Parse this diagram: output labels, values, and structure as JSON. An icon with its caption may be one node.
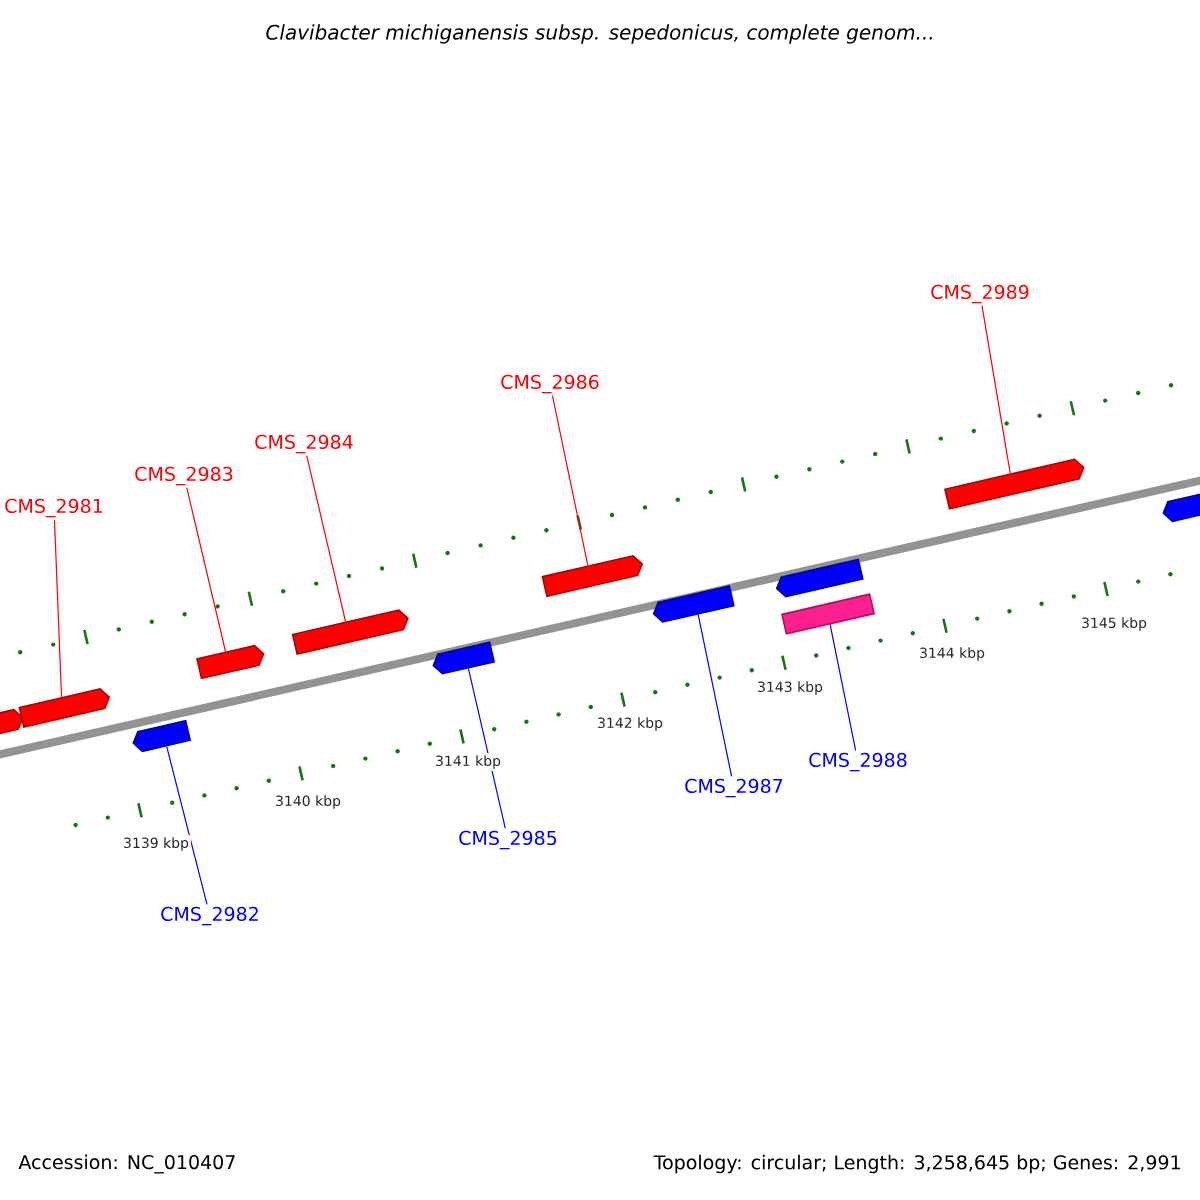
{
  "diagram": {
    "title": "Clavibacter michiganensis subsp. sepedonicus, complete genom...",
    "nodes": [
      {
        "text": [
          "CMS_2981"
        ]
      },
      {
        "text": [
          "CMS_2983"
        ]
      },
      {
        "text": [
          "CMS_2984"
        ]
      },
      {
        "text": [
          "CMS_2986"
        ]
      },
      {
        "text": [
          "CMS_2989"
        ]
      },
      {
        "text": [],
        "shape": "pentagon"
      },
      {
        "text": [],
        "shape": "pentagon"
      },
      {
        "text": [],
        "shape": "pentagon"
      },
      {
        "text": [],
        "shape": "pentagon"
      },
      {
        "text": [],
        "shape": "pentagon"
      },
      {
        "text": [],
        "shape": "pentagon"
      },
      {
        "text": [],
        "shape": "pentagon"
      },
      {
        "text": [],
        "shape": "pentagon"
      },
      {
        "text": [],
        "shape": "pentagon"
      },
      {
        "text": [],
        "shape": "box"
      },
      {
        "text": [],
        "shape": "pentagon"
      },
      {
        "text": [],
        "shape": "pentagon"
      },
      {
        "text": [
          "CMS_2982"
        ]
      },
      {
        "text": [
          "CMS_2985"
        ]
      },
      {
        "text": [
          "CMS_2987"
        ]
      },
      {
        "text": [
          "CMS_2988"
        ]
      }
    ],
    "edges": [
      {
        "from": 0,
        "to": 6,
        "arrow": "none"
      },
      {
        "from": 1,
        "to": 8,
        "arrow": "none"
      },
      {
        "from": 2,
        "to": 9,
        "arrow": "none"
      },
      {
        "from": 3,
        "to": 11,
        "arrow": "none"
      },
      {
        "from": 4,
        "to": 15,
        "arrow": "none"
      },
      {
        "from": 17,
        "to": 7,
        "arrow": "none",
        "color": "#0000ff"
      },
      {
        "from": 18,
        "to": 10,
        "arrow": "none",
        "color": "#0000ff"
      },
      {
        "from": 19,
        "to": 12,
        "arrow": "none",
        "color": "#0000ff"
      },
      {
        "from": 20,
        "to": 14,
        "arrow": "none",
        "color": "#0000ff"
      }
    ],
    "labels": [
      "3139 kbp",
      "3140 kbp",
      "3141 kbp",
      "3142 kbp",
      "3143 kbp",
      "3144 kbp",
      "3145 kbp",
      "Accession: NC_010407",
      "Topology: circular; Length: 3,258,645 bp; Genes: 2,991"
    ]
  }
}
